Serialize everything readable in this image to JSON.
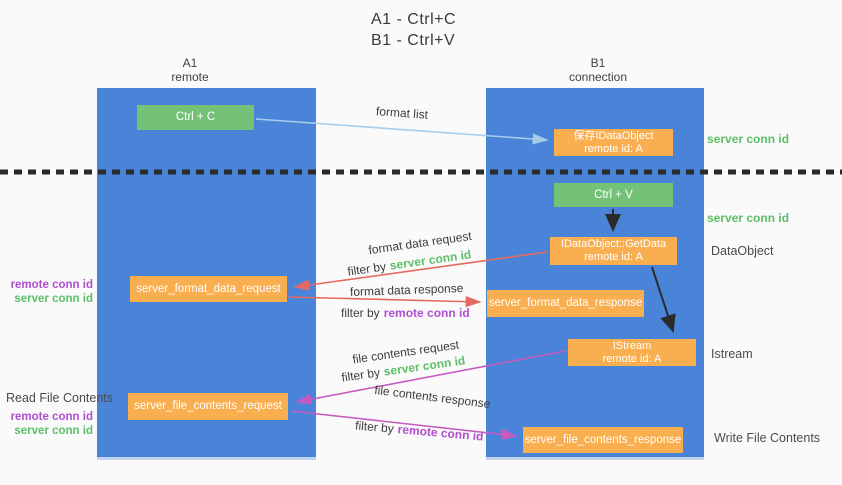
{
  "title": {
    "line1": "A1 - Ctrl+C",
    "line2": "B1 - Ctrl+V"
  },
  "lanes": {
    "left": {
      "name": "A1",
      "role": "remote"
    },
    "right": {
      "name": "B1",
      "role": "connection"
    }
  },
  "boxes": {
    "ctrl_c": {
      "label": "Ctrl + C"
    },
    "ctrl_v": {
      "label": "Ctrl + V"
    },
    "save_dataobject": {
      "line1": "保存IDataObject",
      "line2": "remote id: A"
    },
    "getdata": {
      "line1": "IDataObject::GetData",
      "line2": "remote id: A"
    },
    "istream": {
      "line1": "IStream",
      "line2": "remote id: A"
    },
    "server_format_data_request": {
      "label": "server_format_data_request"
    },
    "server_format_data_response": {
      "label": "server_format_data_response"
    },
    "server_file_contents_request": {
      "label": "server_file_contents_request"
    },
    "server_file_contents_response": {
      "label": "server_file_contents_response"
    }
  },
  "arrow_labels": {
    "format_list": "format list",
    "format_data_request": "format data request",
    "format_data_response": "format data response",
    "file_contents_request": "file contents request",
    "file_contents_response": "file contents response",
    "filter_by": "filter by",
    "server_conn_id": "server conn id",
    "remote_conn_id": "remote conn id"
  },
  "annotations": {
    "server_conn_id_top": "server conn id",
    "server_conn_id_mid": "server conn id",
    "dataobject": "DataObject",
    "istream": "Istream",
    "read_file_contents": "Read File Contents",
    "write_file_contents": "Write File Contents",
    "remote_conn_id": "remote conn id",
    "server_conn_id": "server conn id"
  },
  "colors": {
    "lane_blue": "#4a84d8",
    "box_orange": "#f9ae4f",
    "box_green": "#74c278",
    "green_text": "#5cbe66",
    "purple_text": "#b04fce",
    "red_arrow": "#e66a60",
    "magenta_arrow": "#c55bc0",
    "light_blue_arrow": "#a6cdeb",
    "black_arrow": "#2b2b2b",
    "background": "#fafafa"
  }
}
